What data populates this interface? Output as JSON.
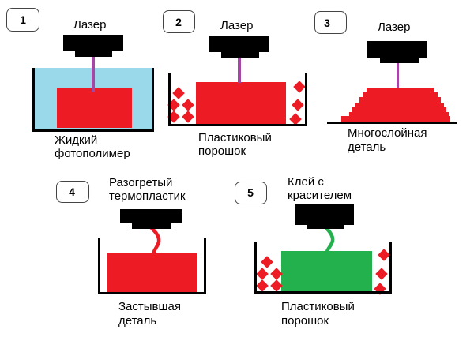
{
  "colors": {
    "liquid": "#99d9ea",
    "part_red": "#ed1c24",
    "part_green": "#22b14c",
    "beam_purple": "#a349a4",
    "head_black": "#000000",
    "powder_red": "#ed1c24"
  },
  "panels": [
    {
      "number": "1",
      "top_label": [
        "Лазер"
      ],
      "bottom_label": [
        "Жидкий",
        "фотополимер"
      ],
      "process": "stereolithography",
      "head_type": "laser",
      "medium": "liquid",
      "part": "block"
    },
    {
      "number": "2",
      "top_label": [
        "Лазер"
      ],
      "bottom_label": [
        "Пластиковый",
        "порошок"
      ],
      "process": "selective-laser-sintering",
      "head_type": "laser",
      "medium": "powder",
      "part": "block"
    },
    {
      "number": "3",
      "top_label": [
        "Лазер"
      ],
      "bottom_label": [
        "Многослойная",
        "деталь"
      ],
      "process": "laminated-object",
      "head_type": "laser",
      "medium": "none",
      "part": "stepped-layers"
    },
    {
      "number": "4",
      "top_label": [
        "Разогретый",
        "термопластик"
      ],
      "bottom_label": [
        "Застывшая",
        "деталь"
      ],
      "process": "fused-deposition",
      "head_type": "extruder",
      "medium": "container",
      "part": "block"
    },
    {
      "number": "5",
      "top_label": [
        "Клей с",
        "красителем"
      ],
      "bottom_label": [
        "Пластиковый",
        "порошок"
      ],
      "process": "binder-jetting",
      "head_type": "print-head",
      "medium": "powder",
      "part": "block"
    }
  ]
}
